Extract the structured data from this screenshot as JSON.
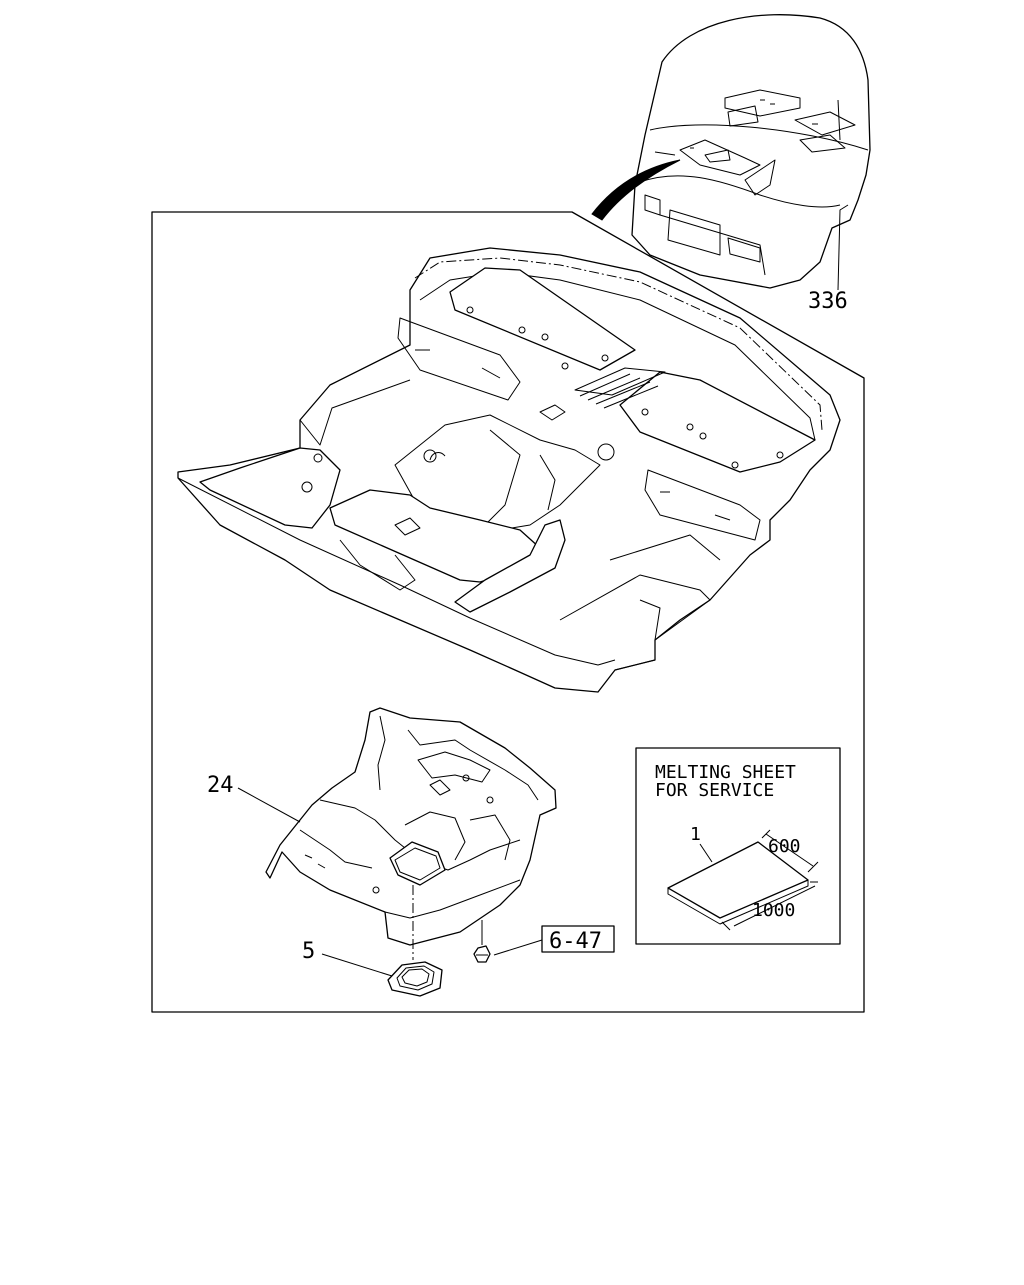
{
  "callouts": {
    "ref_336": "336",
    "ref_24": "24",
    "ref_5": "5",
    "ref_6_47": "6-47",
    "ref_1": "1"
  },
  "service_box": {
    "line1": "MELTING SHEET",
    "line2": "FOR SERVICE",
    "dim_width": "600",
    "dim_length": "1000"
  }
}
